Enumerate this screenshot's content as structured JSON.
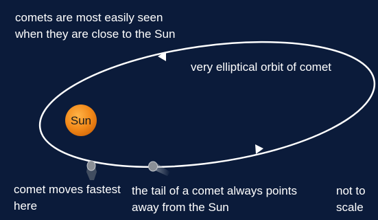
{
  "labels": {
    "easily_seen": "comets are most easily seen when they are close to the Sun",
    "orbit": "very elliptical orbit of comet",
    "fastest": "comet moves fastest here",
    "tail": "the tail of a comet always points away from the Sun",
    "scale": "not to scale",
    "sun": "Sun"
  },
  "colors": {
    "background": "#0b1b3a",
    "orbit": "#ffffff",
    "sun": "#f28a1a",
    "comet": "#8a8a8a",
    "text": "#ffffff"
  }
}
